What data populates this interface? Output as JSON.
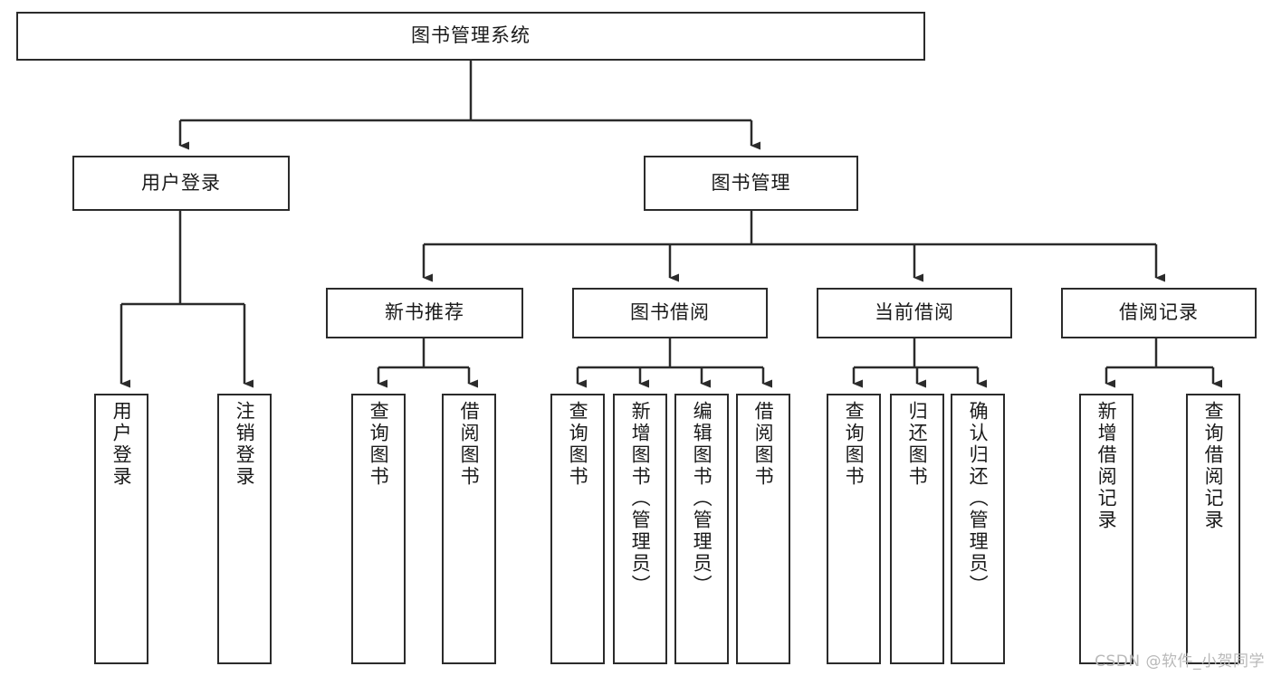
{
  "diagram": {
    "title": "图书管理系统",
    "watermark": "CSDN @软件_小贺同学",
    "levels": {
      "root": {
        "label": "图书管理系统"
      },
      "level1": [
        {
          "label": "用户登录"
        },
        {
          "label": "图书管理"
        }
      ],
      "level2": [
        {
          "label": "新书推荐"
        },
        {
          "label": "图书借阅"
        },
        {
          "label": "当前借阅"
        },
        {
          "label": "借阅记录"
        }
      ],
      "leaves": {
        "user_login": [
          {
            "label": "用户登录"
          },
          {
            "label": "注销登录"
          }
        ],
        "new_book_recommend": [
          {
            "label": "查询图书"
          },
          {
            "label": "借阅图书"
          }
        ],
        "book_borrow": [
          {
            "label": "查询图书"
          },
          {
            "label": "新增图书（管理员）"
          },
          {
            "label": "编辑图书（管理员）"
          },
          {
            "label": "借阅图书"
          }
        ],
        "current_borrow": [
          {
            "label": "查询图书"
          },
          {
            "label": "归还图书"
          },
          {
            "label": "确认归还（管理员）"
          }
        ],
        "borrow_record": [
          {
            "label": "新增借阅记录"
          },
          {
            "label": "查询借阅记录"
          }
        ]
      }
    },
    "colors": {
      "border": "#2b2b2b",
      "background": "#ffffff",
      "text": "#1a1a1a",
      "watermark": "#b9b9b9"
    }
  }
}
